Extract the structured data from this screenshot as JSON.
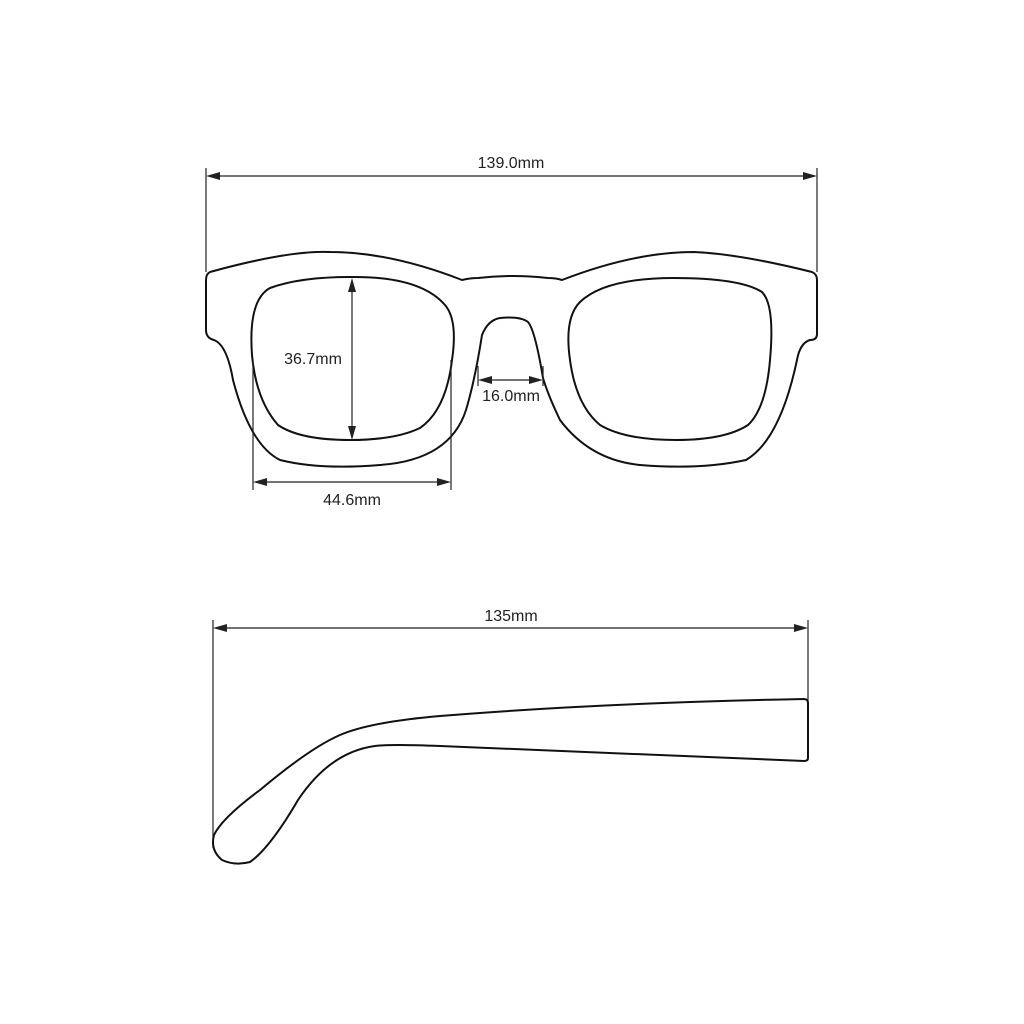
{
  "front_view": {
    "total_width_label": "139.0mm",
    "lens_height_label": "36.7mm",
    "bridge_width_label": "16.0mm",
    "lens_width_label": "44.6mm"
  },
  "side_view": {
    "temple_length_label": "135mm"
  },
  "colors": {
    "line": "#111111",
    "background": "#ffffff"
  }
}
